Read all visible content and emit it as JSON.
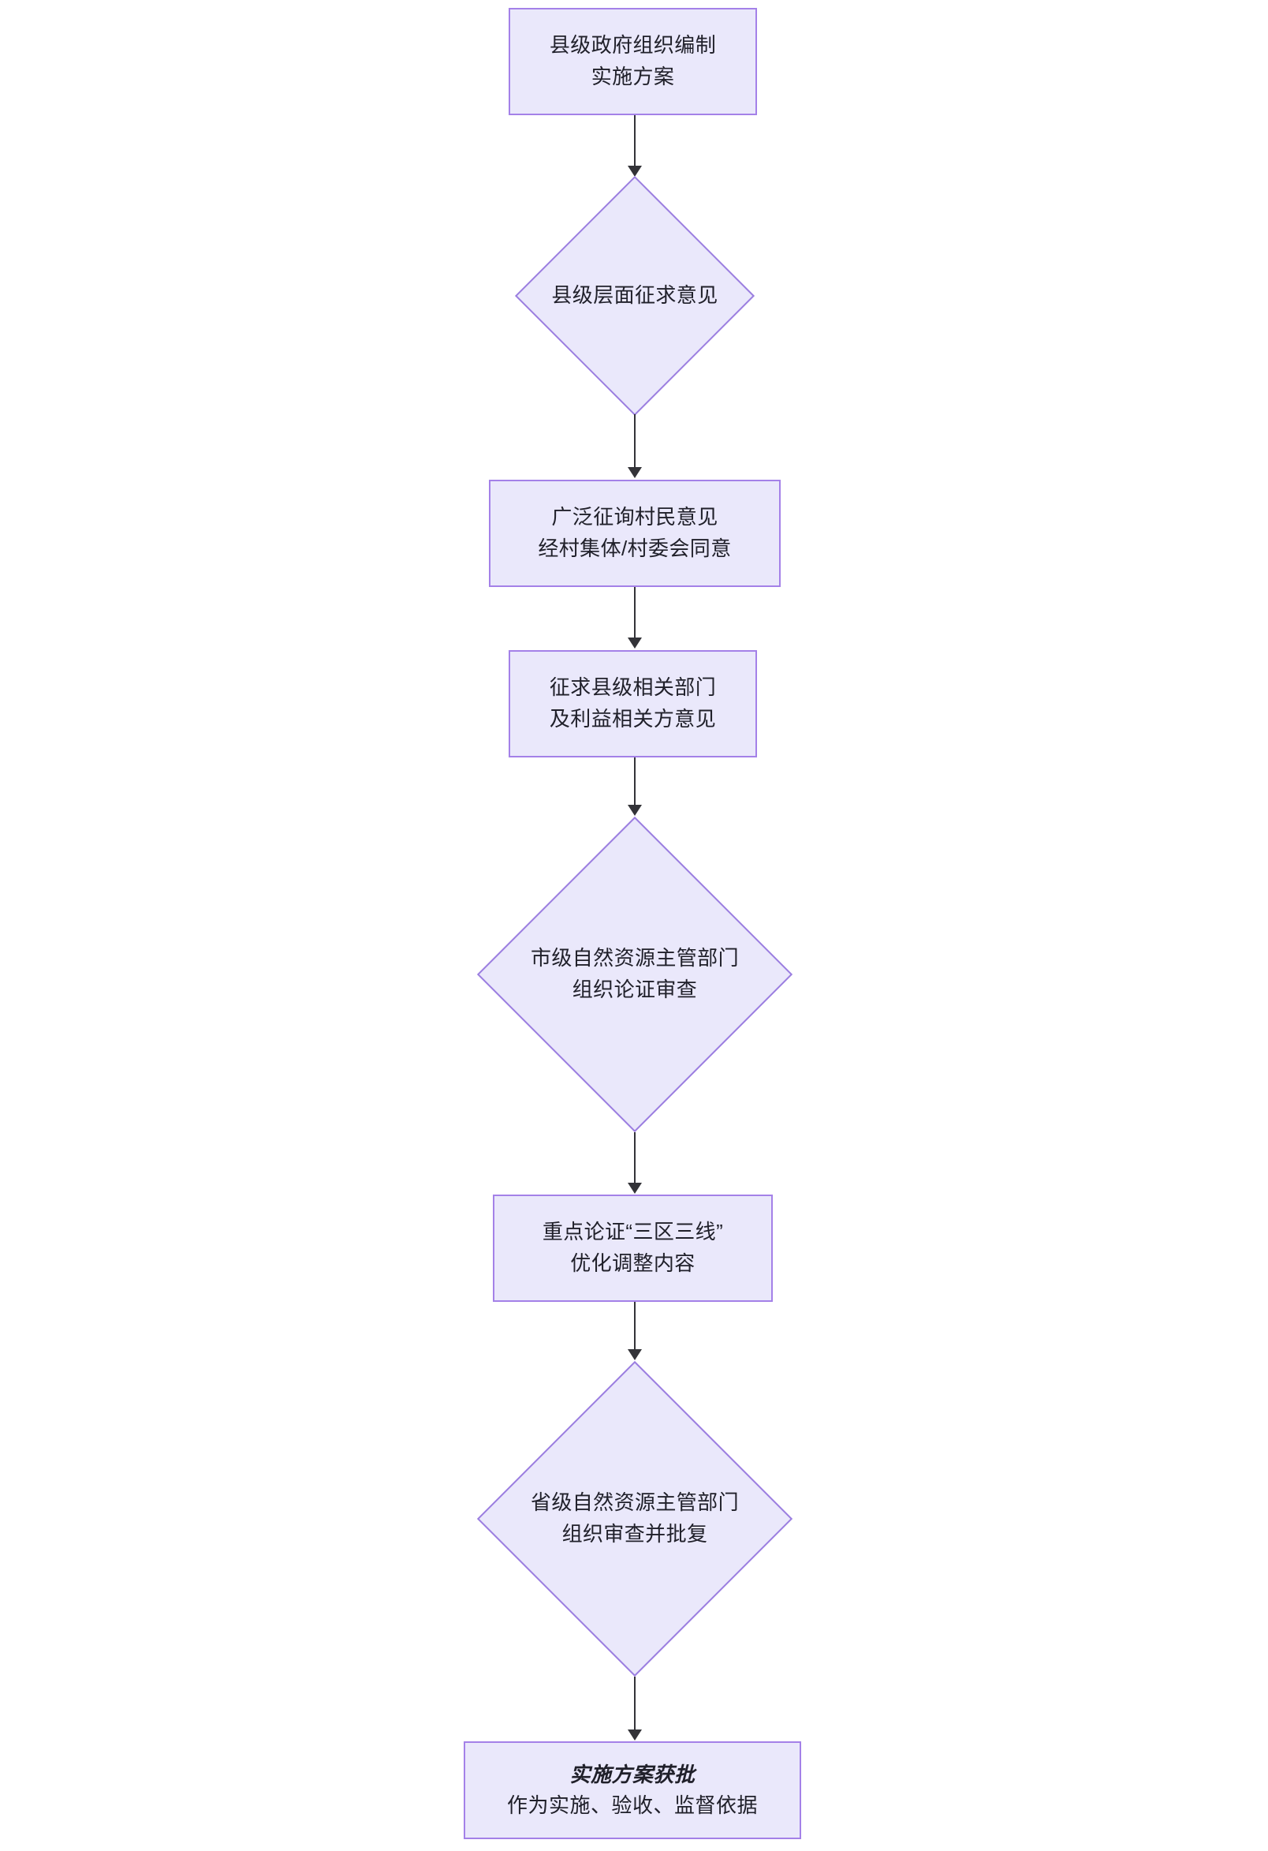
{
  "diagram": {
    "title": "",
    "orientation": "top-to-bottom",
    "colors": {
      "node_fill": "#eae8fb",
      "node_border": "#a481e8",
      "decision_border": "#9b7ee0",
      "connector": "#333338",
      "text": "#20202a",
      "background": "#ffffff"
    },
    "nodes": [
      {
        "id": "n1",
        "shape": "rect",
        "text": "县级政府组织编制\n实施方案"
      },
      {
        "id": "n2",
        "shape": "diamond",
        "text": "县级层面征求意见"
      },
      {
        "id": "n3",
        "shape": "rect",
        "text": "广泛征询村民意见\n经村集体/村委会同意"
      },
      {
        "id": "n4",
        "shape": "rect",
        "text": "征求县级相关部门\n及利益相关方意见"
      },
      {
        "id": "n5",
        "shape": "diamond",
        "text": "市级自然资源主管部门\n组织论证审查"
      },
      {
        "id": "n6",
        "shape": "rect",
        "text": "重点论证“三区三线”\n优化调整内容"
      },
      {
        "id": "n7",
        "shape": "diamond",
        "text": "省级自然资源主管部门\n组织审查并批复"
      },
      {
        "id": "n8",
        "shape": "rect-terminal",
        "text_strong": "实施方案获批",
        "text_sub": "作为实施、验收、监督依据"
      }
    ],
    "edges": [
      {
        "from": "n1",
        "to": "n2",
        "label": ""
      },
      {
        "from": "n2",
        "to": "n3",
        "label": ""
      },
      {
        "from": "n3",
        "to": "n4",
        "label": ""
      },
      {
        "from": "n4",
        "to": "n5",
        "label": ""
      },
      {
        "from": "n5",
        "to": "n6",
        "label": ""
      },
      {
        "from": "n6",
        "to": "n7",
        "label": ""
      },
      {
        "from": "n7",
        "to": "n8",
        "label": ""
      }
    ]
  }
}
